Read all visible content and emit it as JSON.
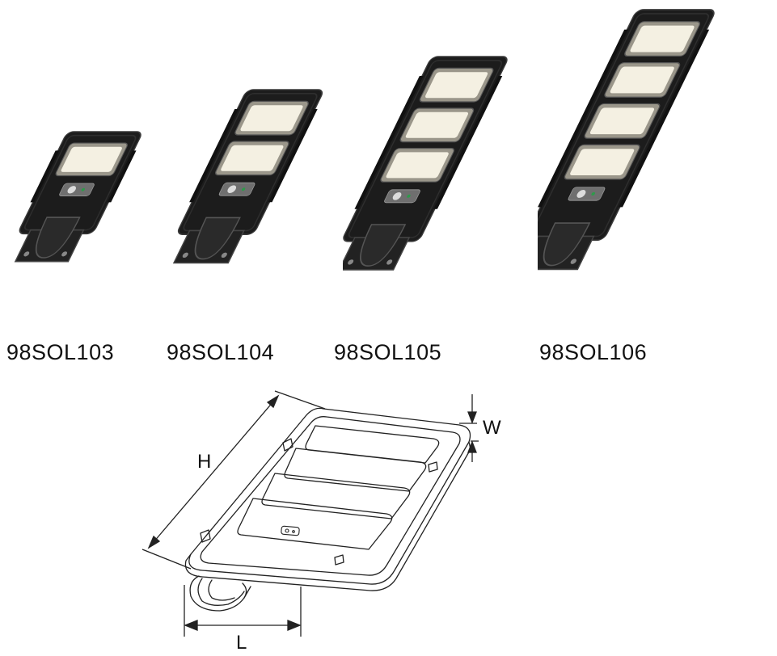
{
  "products": [
    {
      "model": "98SOL103",
      "modules": 1
    },
    {
      "model": "98SOL104",
      "modules": 2
    },
    {
      "model": "98SOL105",
      "modules": 3
    },
    {
      "model": "98SOL106",
      "modules": 4
    }
  ],
  "diagram": {
    "height_label": "H",
    "width_label": "W",
    "length_label": "L",
    "modules": 4
  },
  "colors": {
    "housing": "#1c1c1c",
    "housing_edge": "#3a3a3a",
    "led_panel": "#f4f0e2",
    "line": "#222222"
  }
}
